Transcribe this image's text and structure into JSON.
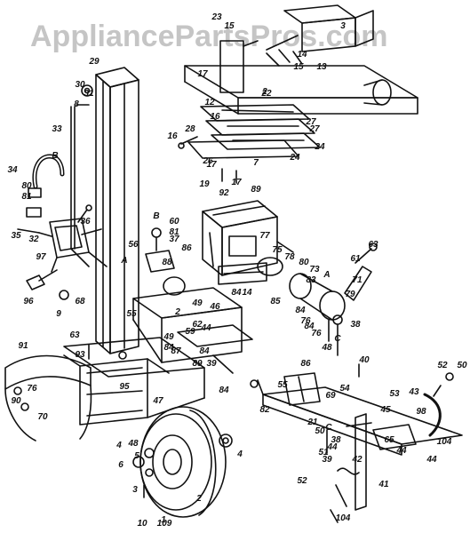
{
  "watermark": "AppliancePartsPros.com",
  "colors": {
    "ink": "#111111",
    "watermark": "#9a9a9a",
    "paper": "#ffffff"
  },
  "callouts": [
    "23",
    "15",
    "3",
    "14",
    "13",
    "17",
    "15",
    "12",
    "16",
    "2",
    "22",
    "27",
    "27",
    "24",
    "16",
    "28",
    "7",
    "17",
    "24",
    "26",
    "19",
    "17",
    "29",
    "30",
    "31",
    "8",
    "33",
    "34",
    "B",
    "80",
    "81",
    "35",
    "32",
    "36",
    "97",
    "A",
    "96",
    "9",
    "68",
    "92",
    "89",
    "B",
    "60",
    "81",
    "37",
    "56",
    "86",
    "88",
    "77",
    "75",
    "78",
    "80",
    "73",
    "83",
    "84",
    "14",
    "85",
    "84",
    "76",
    "84",
    "76",
    "C",
    "38",
    "79",
    "63",
    "61",
    "A",
    "71",
    "55",
    "2",
    "49",
    "46",
    "59",
    "62",
    "91",
    "49",
    "44",
    "63",
    "93",
    "95",
    "87",
    "39",
    "84",
    "76",
    "90",
    "70",
    "84",
    "84",
    "89",
    "48",
    "40",
    "86",
    "55",
    "69",
    "21",
    "54",
    "38",
    "82",
    "C",
    "50",
    "44",
    "51",
    "39",
    "42",
    "52",
    "104",
    "41",
    "45",
    "53",
    "43",
    "98",
    "52",
    "50",
    "104",
    "44",
    "65",
    "44",
    "47",
    "48",
    "4",
    "6",
    "5",
    "3",
    "1",
    "2",
    "4",
    "10",
    "109"
  ]
}
